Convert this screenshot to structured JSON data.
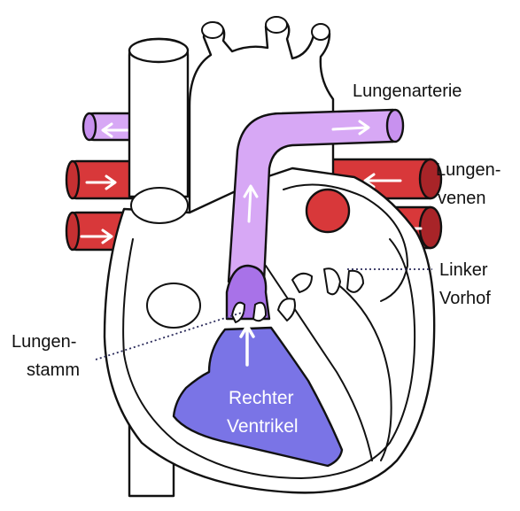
{
  "labels": {
    "lungenarterie": "Lungenarterie",
    "lungenvenen_1": "Lungen-",
    "lungenvenen_2": "venen",
    "linker_vorhof_1": "Linker",
    "linker_vorhof_2": "Vorhof",
    "lungenstamm_1": "Lungen-",
    "lungenstamm_2": "stamm",
    "rechter_ventrikel_1": "Rechter",
    "rechter_ventrikel_2": "Ventrikel"
  },
  "colors": {
    "pulmonary_artery": "#d7a8f5",
    "pulmonary_trunk_dark": "#a872e8",
    "pulmonary_vein": "#d8383a",
    "pulmonary_vein_end": "#a82428",
    "right_ventricle": "#7a74e6",
    "outline": "#111111",
    "arrow": "#ffffff"
  }
}
